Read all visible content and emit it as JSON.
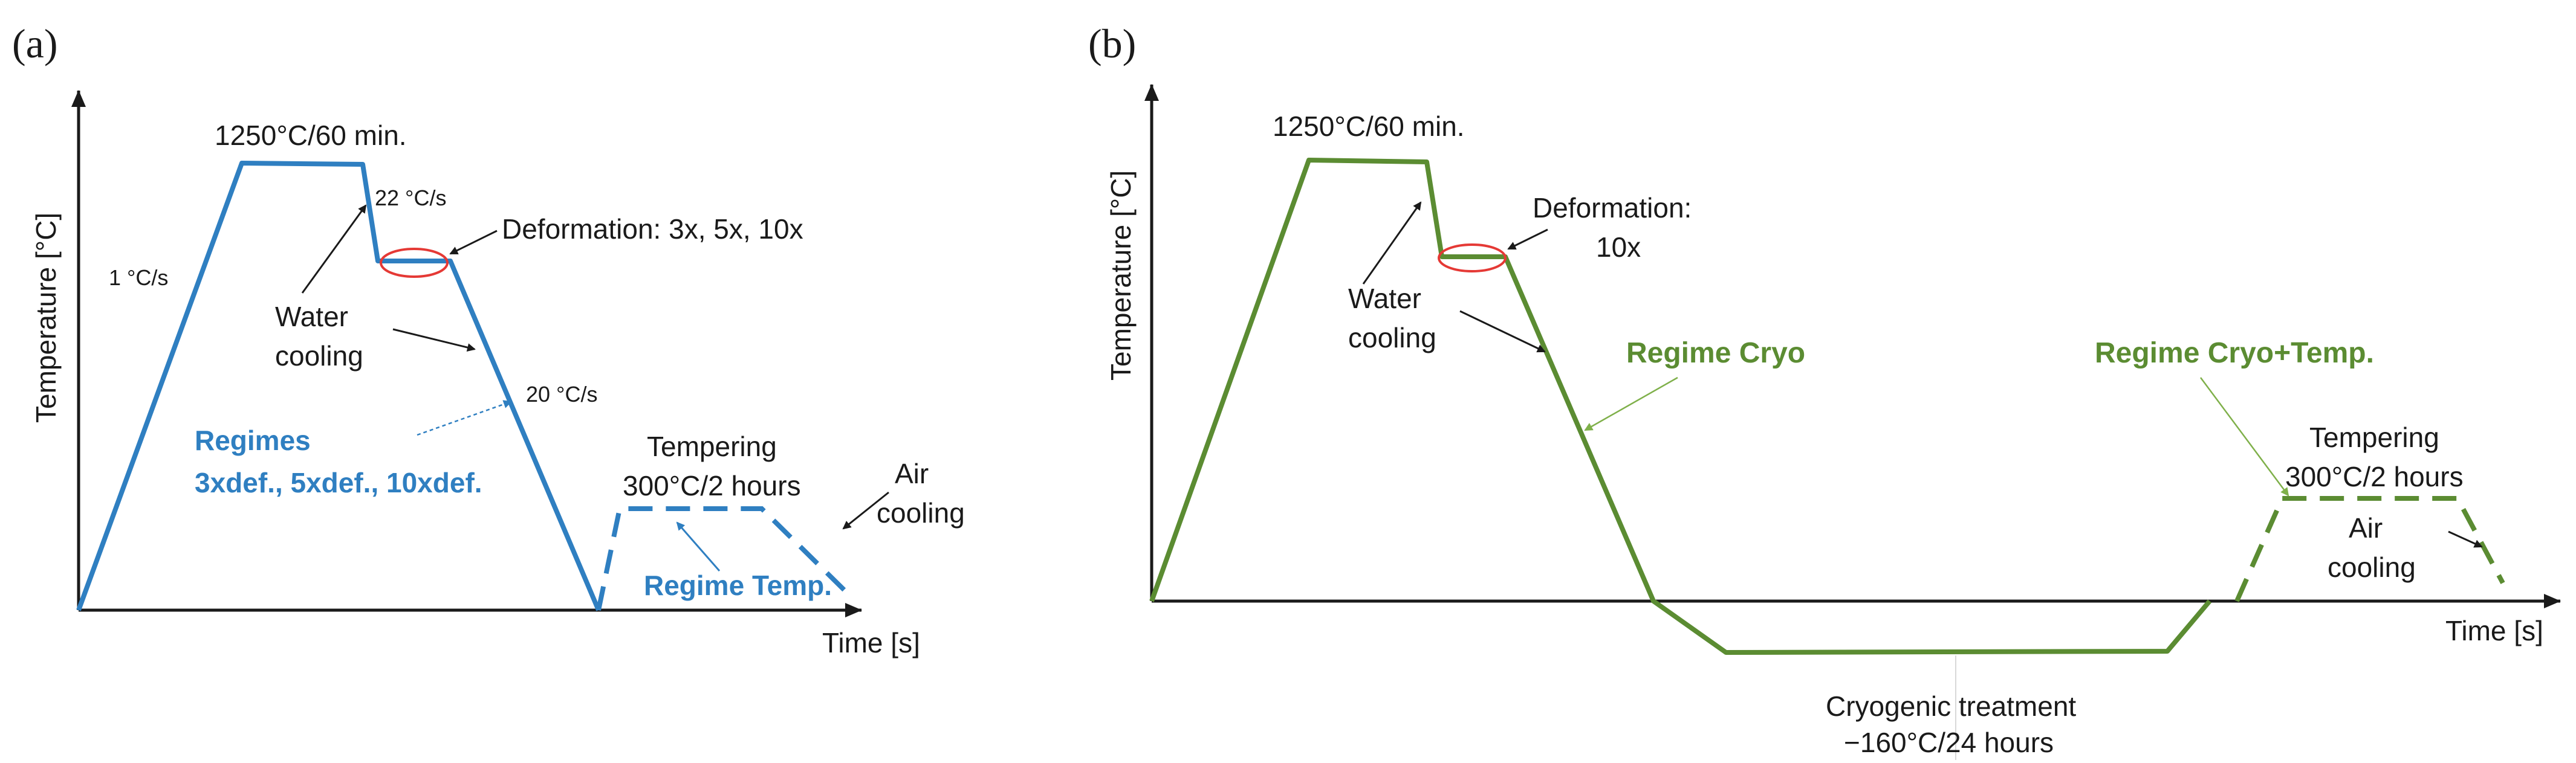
{
  "panels": {
    "a": {
      "label": "(a)",
      "y_axis_title": "Temperature [°C]",
      "x_axis_title": "Time [s]",
      "austenitization": "1250°C/60 min.",
      "heating_rate": "1 °C/s",
      "cooling_rate_1": "22 °C/s",
      "cooling_rate_2": "20 °C/s",
      "deformation": "Deformation: 3x,  5x, 10x",
      "water_cooling": [
        "Water",
        "cooling"
      ],
      "regimes": [
        "Regimes",
        "3xdef., 5xdef., 10xdef."
      ],
      "tempering": [
        "Tempering",
        "300°C/2 hours"
      ],
      "air_cooling": [
        "Air",
        "cooling"
      ],
      "regime_temp": "Regime Temp.",
      "color": "#2f7fc1"
    },
    "b": {
      "label": "(b)",
      "y_axis_title": "Temperature [°C]",
      "x_axis_title": "Time [s]",
      "austenitization": "1250°C/60 min.",
      "deformation": [
        "Deformation:",
        "10x"
      ],
      "water_cooling": [
        "Water",
        "cooling"
      ],
      "regime_cryo": "Regime Cryo",
      "regime_cryo_temp": "Regime Cryo+Temp.",
      "tempering": [
        "Tempering",
        "300°C/2 hours"
      ],
      "air_cooling": [
        "Air",
        "cooling"
      ],
      "cryogenic": [
        "Cryogenic treatment",
        "−160°C/24 hours"
      ],
      "color": "#5b8c32"
    }
  },
  "colors": {
    "blue": "#2f7fc1",
    "green": "#5b8c32",
    "marker_red": "#e53935",
    "axis": "#1a1a1a"
  }
}
